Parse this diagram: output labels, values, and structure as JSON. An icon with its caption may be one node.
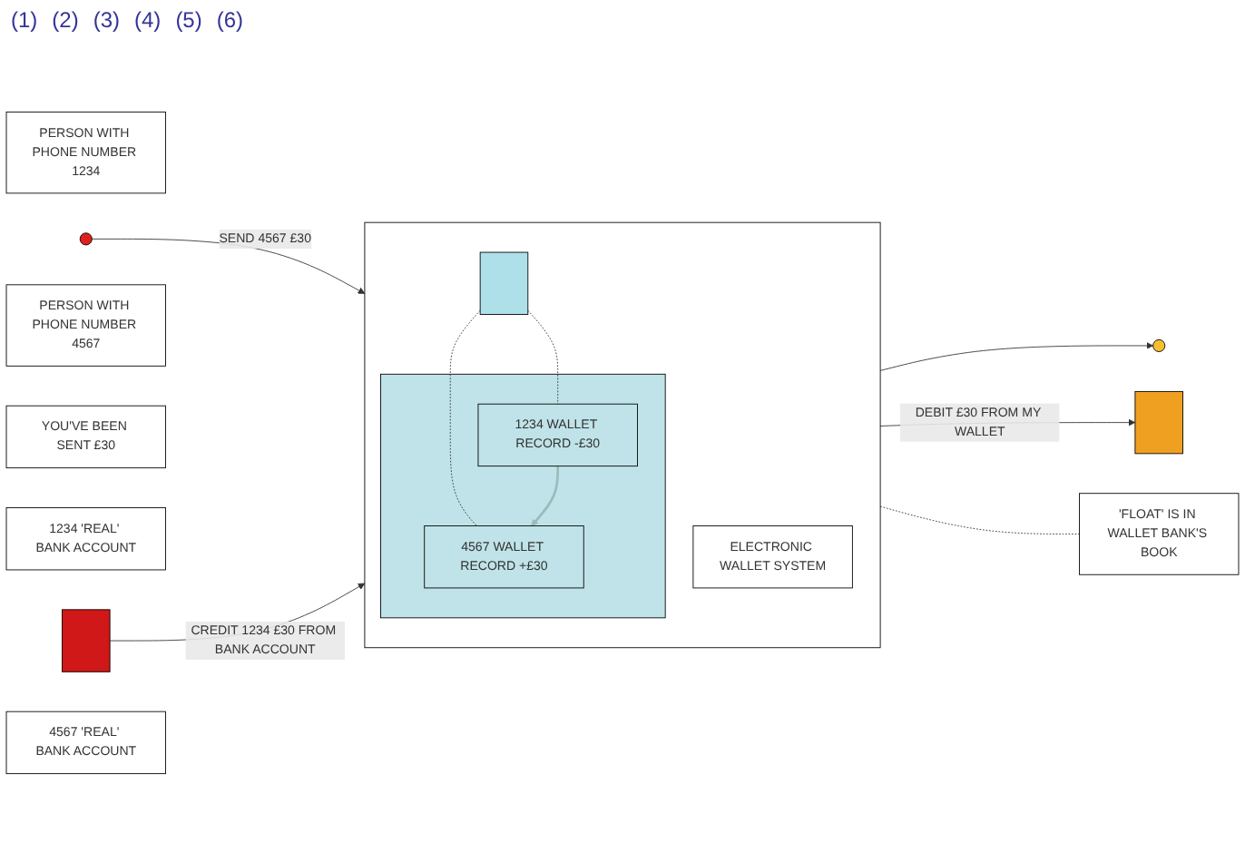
{
  "diagram": {
    "nodes": [
      {
        "text": [
          "PERSON WITH PHONE NUMBER 1234"
        ]
      },
      {
        "text": [],
        "shape": "circle"
      },
      {
        "text": [
          "PERSON WITH PHONE NUMBER 4567"
        ]
      },
      {
        "text": [],
        "shape": "circle"
      },
      {
        "text": [
          "YOU'VE BEEN SENT £30"
        ]
      },
      {
        "text": [
          "1234 'REAL' BANK ACCOUNT"
        ]
      },
      {
        "text": [],
        "shape": "box"
      },
      {
        "text": [],
        "shape": "box"
      },
      {
        "text": [],
        "shape": "box",
        "in": 7
      },
      {
        "text": [
          "ELECTRONIC WALLET SYSTEM"
        ],
        "in": 7
      },
      {
        "text": [],
        "shape": "cylinder",
        "in": 7
      },
      {
        "text": [
          "1234 WALLET RECORD -£30"
        ],
        "in": 10
      },
      {
        "text": [
          "4567 WALLET RECORD +£30"
        ],
        "in": 10
      },
      {
        "text": [
          "4567 'REAL' BANK ACCOUNT"
        ]
      },
      {
        "text": [],
        "shape": "box"
      },
      {
        "text": [
          "'FLOAT' IS IN WALLET BANK'S BOOK"
        ]
      }
    ],
    "edges": [
      {
        "from": 1,
        "to": 7,
        "arrow": "to",
        "label": "SEND 4567 £30"
      },
      {
        "from": 7,
        "to": 3,
        "arrow": "to"
      },
      {
        "from": 6,
        "to": 7,
        "arrow": "to",
        "label": "CREDIT 1234 £30 FROM BANK ACCOUNT"
      },
      {
        "from": 8,
        "to": 11,
        "arrow": "none",
        "style": "dashed"
      },
      {
        "from": 8,
        "to": 12,
        "arrow": "none",
        "style": "dashed"
      },
      {
        "from": 11,
        "to": 12,
        "arrow": "to",
        "color": "#99bbbb"
      },
      {
        "from": 7,
        "to": 14,
        "arrow": "to",
        "label": "DEBIT £30 FROM MY WALLET"
      },
      {
        "from": 7,
        "to": 15,
        "arrow": "none",
        "style": "dashed"
      }
    ],
    "labels": [
      "(1)",
      "(2)",
      "(3)",
      "(4)",
      "(5)",
      "(6)"
    ]
  }
}
